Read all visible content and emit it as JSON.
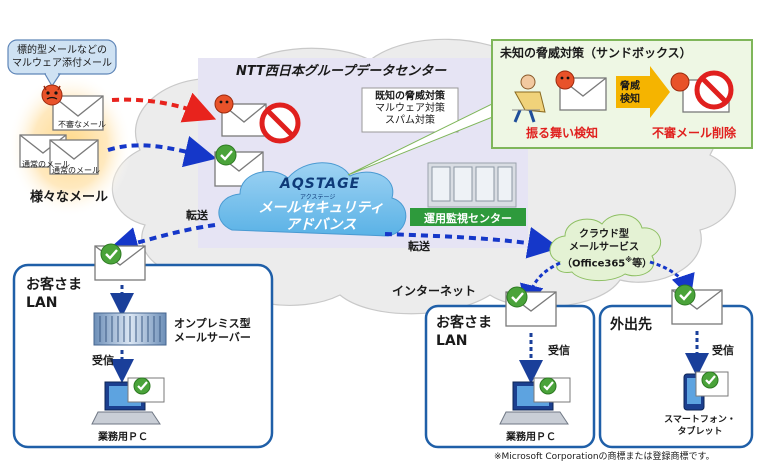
{
  "callout": {
    "line1": "標的型メールなどの",
    "line2": "マルウェア添付メール"
  },
  "left_mail": {
    "suspicious_label": "不審なメール",
    "normal_label1": "通常のメール",
    "normal_label2": "通常のメール",
    "caption": "様々なメール"
  },
  "datacenter": {
    "title": "NTT西日本グループデータセンター"
  },
  "known_threats": {
    "title": "既知の脅威対策",
    "line1": "マルウェア対策",
    "line2": "スパム対策"
  },
  "unknown_threats": {
    "title": "未知の脅威対策（サンドボックス）",
    "arrow_label1": "脅威",
    "arrow_label2": "検知",
    "behavior_label": "振る舞い検知",
    "delete_label": "不審メール削除"
  },
  "service": {
    "logo": "AQSTAGE",
    "logo_sub": "アクステージ",
    "name_line1": "メールセキュリティ",
    "name_line2": "アドバンス",
    "monitor_label": "運用監視センター"
  },
  "flows": {
    "forward_left": "転送",
    "forward_right": "転送"
  },
  "internet": {
    "label": "インターネット"
  },
  "cloud_service": {
    "line1": "クラウド型",
    "line2": "メールサービス",
    "line3": "（Office365",
    "mark": "※",
    "line3_end": "等）"
  },
  "customer_lan_left": {
    "title1": "お客さま",
    "title2": "LAN",
    "server_label1": "オンプレミス型",
    "server_label2": "メールサーバー",
    "receive": "受信",
    "pc_label": "業務用ＰＣ"
  },
  "customer_lan_right": {
    "title1": "お客さま",
    "title2": "LAN",
    "receive": "受信",
    "pc_label": "業務用ＰＣ"
  },
  "outside": {
    "title": "外出先",
    "receive": "受信",
    "device_label1": "スマートフォン・",
    "device_label2": "タブレット"
  },
  "footnote": "※Microsoft Corporationの商標または登録商標です。",
  "colors": {
    "frame_blue": "#1f5fa8",
    "flow_red": "#e8231d",
    "flow_blue": "#1537c9",
    "check_green": "#4aa33a",
    "sandbox_green": "#9fce63",
    "monitor_green": "#2e9a3c",
    "cloud_gray": "#ececec"
  }
}
